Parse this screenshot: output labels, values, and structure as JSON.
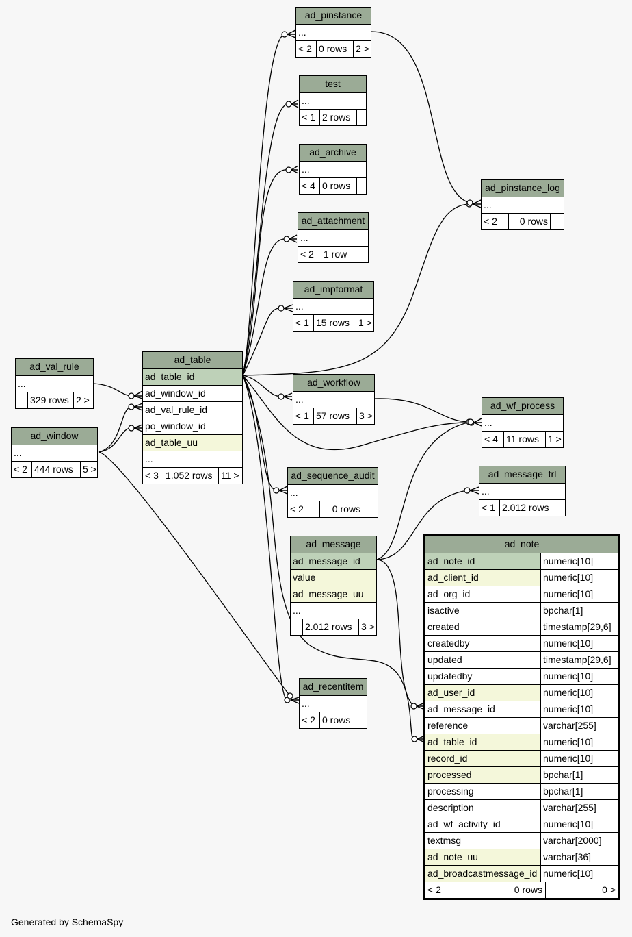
{
  "footer": "Generated by SchemaSpy",
  "tables": {
    "ad_pinstance": {
      "name": "ad_pinstance",
      "ellipsis": "...",
      "foot": [
        "< 2",
        "0 rows",
        "2 >"
      ]
    },
    "test": {
      "name": "test",
      "ellipsis": "...",
      "foot": [
        "< 1",
        "2 rows",
        ""
      ]
    },
    "ad_archive": {
      "name": "ad_archive",
      "ellipsis": "...",
      "foot": [
        "< 4",
        "0 rows",
        ""
      ]
    },
    "ad_attachment": {
      "name": "ad_attachment",
      "ellipsis": "...",
      "foot": [
        "< 2",
        "1 row",
        ""
      ]
    },
    "ad_impformat": {
      "name": "ad_impformat",
      "ellipsis": "...",
      "foot": [
        "< 1",
        "15 rows",
        "1 >"
      ]
    },
    "ad_pinstance_log": {
      "name": "ad_pinstance_log",
      "ellipsis": "...",
      "foot": [
        "< 2",
        "0 rows",
        ""
      ]
    },
    "ad_val_rule": {
      "name": "ad_val_rule",
      "ellipsis": "...",
      "foot": [
        "",
        "329 rows",
        "2 >"
      ]
    },
    "ad_window": {
      "name": "ad_window",
      "ellipsis": "...",
      "foot": [
        "< 2",
        "444 rows",
        "5 >"
      ]
    },
    "ad_table": {
      "name": "ad_table",
      "columns": [
        "ad_table_id",
        "ad_window_id",
        "ad_val_rule_id",
        "po_window_id",
        "ad_table_uu"
      ],
      "ellipsis": "...",
      "foot": [
        "< 3",
        "1.052 rows",
        "11 >"
      ]
    },
    "ad_workflow": {
      "name": "ad_workflow",
      "ellipsis": "...",
      "foot": [
        "< 1",
        "57 rows",
        "3 >"
      ]
    },
    "ad_wf_process": {
      "name": "ad_wf_process",
      "ellipsis": "...",
      "foot": [
        "< 4",
        "11 rows",
        "1 >"
      ]
    },
    "ad_sequence_audit": {
      "name": "ad_sequence_audit",
      "ellipsis": "...",
      "foot": [
        "< 2",
        "0 rows",
        ""
      ]
    },
    "ad_message_trl": {
      "name": "ad_message_trl",
      "ellipsis": "...",
      "foot": [
        "< 1",
        "2.012 rows",
        ""
      ]
    },
    "ad_message": {
      "name": "ad_message",
      "columns": [
        "ad_message_id",
        "value",
        "ad_message_uu"
      ],
      "ellipsis": "...",
      "foot": [
        "",
        "2.012 rows",
        "3 >"
      ]
    },
    "ad_recentitem": {
      "name": "ad_recentitem",
      "ellipsis": "...",
      "foot": [
        "< 2",
        "0 rows",
        ""
      ]
    },
    "ad_note": {
      "name": "ad_note",
      "columns": [
        [
          "ad_note_id",
          "numeric[10]"
        ],
        [
          "ad_client_id",
          "numeric[10]"
        ],
        [
          "ad_org_id",
          "numeric[10]"
        ],
        [
          "isactive",
          "bpchar[1]"
        ],
        [
          "created",
          "timestamp[29,6]"
        ],
        [
          "createdby",
          "numeric[10]"
        ],
        [
          "updated",
          "timestamp[29,6]"
        ],
        [
          "updatedby",
          "numeric[10]"
        ],
        [
          "ad_user_id",
          "numeric[10]"
        ],
        [
          "ad_message_id",
          "numeric[10]"
        ],
        [
          "reference",
          "varchar[255]"
        ],
        [
          "ad_table_id",
          "numeric[10]"
        ],
        [
          "record_id",
          "numeric[10]"
        ],
        [
          "processed",
          "bpchar[1]"
        ],
        [
          "processing",
          "bpchar[1]"
        ],
        [
          "description",
          "varchar[255]"
        ],
        [
          "ad_wf_activity_id",
          "numeric[10]"
        ],
        [
          "textmsg",
          "varchar[2000]"
        ],
        [
          "ad_note_uu",
          "varchar[36]"
        ],
        [
          "ad_broadcastmessage_id",
          "numeric[10]"
        ]
      ],
      "foot": [
        "< 2",
        "0 rows",
        "0 >"
      ]
    }
  },
  "colors": {
    "header": "#9bab96",
    "primary_key": "#bed1b8",
    "indexed": "#f4f7da",
    "background": "#f7f7f7"
  }
}
